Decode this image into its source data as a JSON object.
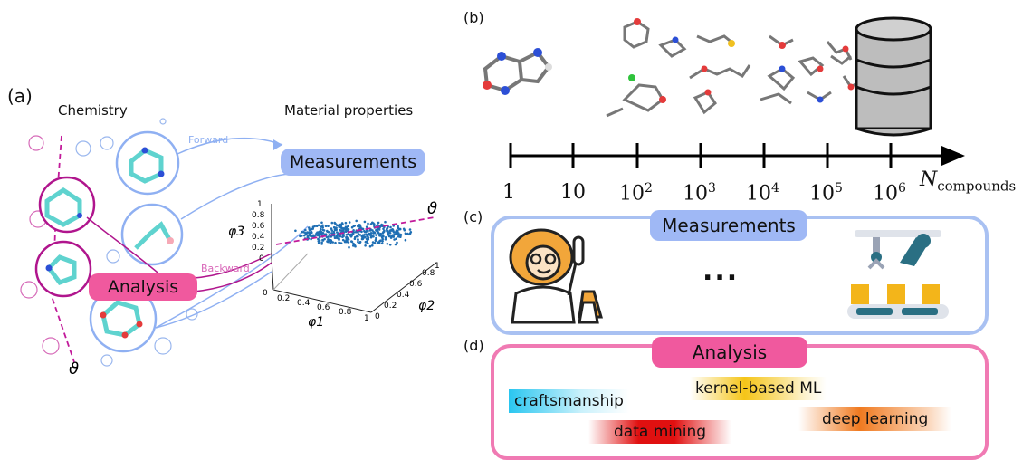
{
  "panel_a": {
    "label": "(a)",
    "chemistry_title": "Chemistry",
    "properties_title": "Material properties",
    "forward_label": "Forward",
    "backward_label": "Backward",
    "measurements_label": "Measurements",
    "analysis_label": "Analysis",
    "theta_symbol": "ϑ",
    "phi3_label": "φ3",
    "phi1_label": "φ1",
    "phi2_label": "φ2",
    "z_ticks": [
      "1",
      "0.8",
      "0.6",
      "0.4",
      "0.2",
      "0"
    ],
    "x_ticks": [
      "0",
      "0.2",
      "0.4",
      "0.6",
      "0.8",
      "1"
    ],
    "y_ticks": [
      "0",
      "0.2",
      "0.4",
      "0.6",
      "0.8",
      "1"
    ],
    "colors": {
      "blue": "#8fb0f2",
      "magenta": "#b0158d",
      "scatter": "#1f6fb4"
    }
  },
  "panel_b": {
    "label": "(b)",
    "ticks": [
      "1",
      "10",
      "10",
      "10",
      "10",
      "10",
      "10"
    ],
    "exponents": [
      "",
      "",
      "2",
      "3",
      "4",
      "5",
      "6"
    ],
    "axis_label": "N",
    "axis_subscript": "compounds"
  },
  "panel_c": {
    "label": "(c)",
    "title": "Measurements",
    "ellipsis": "...",
    "border_color": "#a9c1f2"
  },
  "panel_d": {
    "label": "(d)",
    "title": "Analysis",
    "border_color": "#f07ab3",
    "methods": [
      {
        "text": "craftsmanship",
        "gradient": "#29c6f0"
      },
      {
        "text": "kernel-based ML",
        "gradient": "#f5c518"
      },
      {
        "text": "data mining",
        "gradient": "#e01010"
      },
      {
        "text": "deep learning",
        "gradient": "#f07a20"
      }
    ]
  }
}
